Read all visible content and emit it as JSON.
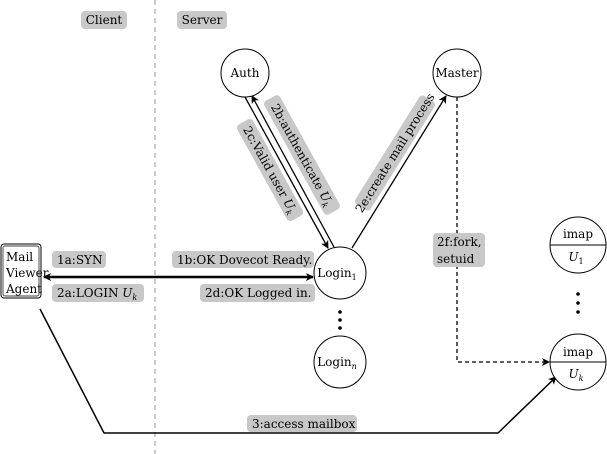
{
  "columns": {
    "client": "Client",
    "server": "Server"
  },
  "nodes": {
    "auth": "Auth",
    "master": "Master",
    "login1": {
      "name": "Login",
      "sub": "1"
    },
    "loginn": {
      "name": "Login",
      "sub": "n"
    },
    "imap1": {
      "name": "imap",
      "user": "U",
      "sub": "1"
    },
    "imapk": {
      "name": "imap",
      "user": "U",
      "sub": "k"
    },
    "agent": [
      "Mail",
      "Viewer",
      "Agent"
    ]
  },
  "edges": {
    "e1a": "1a:SYN",
    "e1b": "1b:OK Dovecot Ready.",
    "e2a": {
      "text": "2a:LOGIN ",
      "var": "U",
      "sub": "k"
    },
    "e2b": {
      "text": "2b:authenticate ",
      "var": "U",
      "sub": "k"
    },
    "e2c": {
      "text": "2c:Valid user ",
      "var": "U",
      "sub": "k"
    },
    "e2d": "2d:OK Logged in.",
    "e2e": "2e:create mail process",
    "e2f": [
      "2f:fork,",
      "setuid"
    ],
    "e3": "3:access mailbox"
  },
  "colors": {
    "label_bg": "#c8c8c8",
    "line": "#000000",
    "divider": "#999999"
  }
}
